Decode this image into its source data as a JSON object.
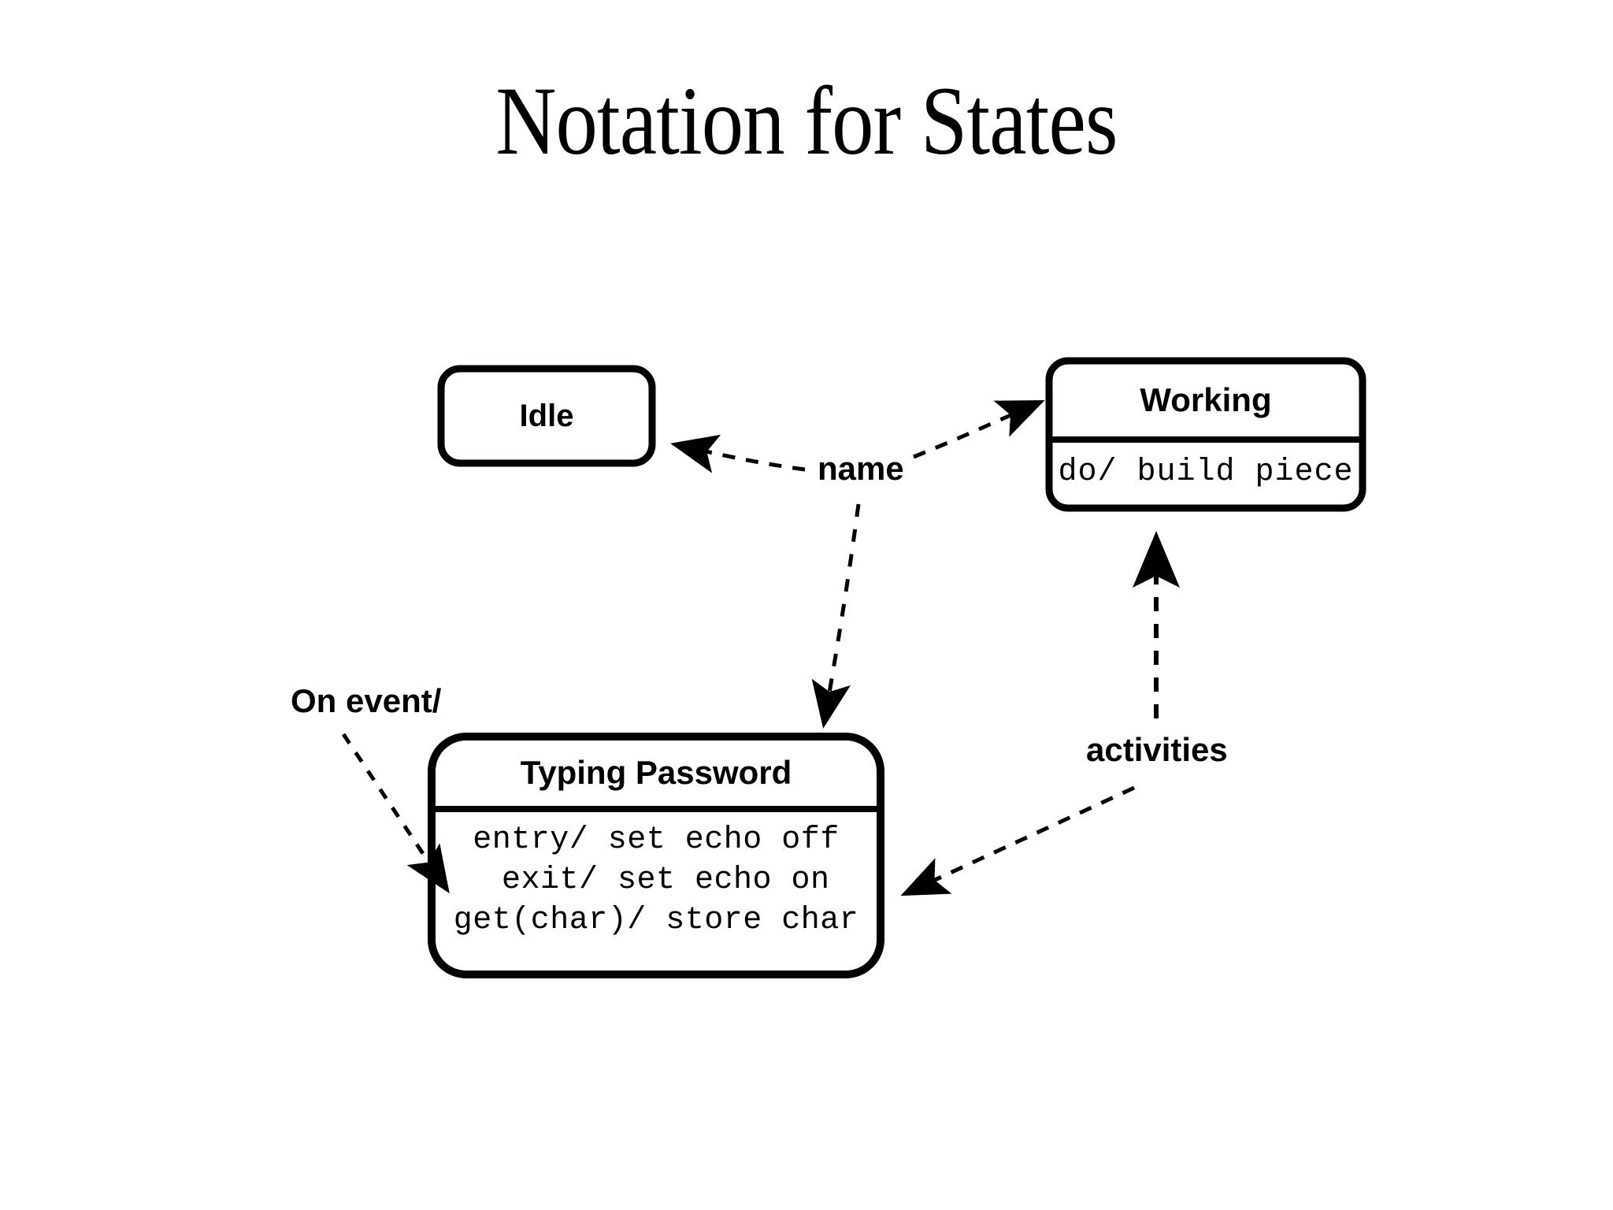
{
  "slide": {
    "title": "Notation for States",
    "background_color": "#ffffff",
    "ink_color": "#000000"
  },
  "diagram": {
    "type": "uml-state-diagram",
    "states": [
      {
        "id": "idle",
        "name": "Idle",
        "compartments": [],
        "shape": "rounded-rectangle"
      },
      {
        "id": "working",
        "name": "Working",
        "compartments": [
          "do/ build piece"
        ],
        "shape": "rounded-rectangle"
      },
      {
        "id": "typing-password",
        "name": "Typing Password",
        "compartments": [
          "entry/ set echo off",
          " exit/ set echo on",
          "get(char)/ store char"
        ],
        "shape": "rounded-rectangle"
      }
    ],
    "annotations": [
      {
        "id": "name",
        "label": "name",
        "points_to": [
          "idle",
          "working",
          "typing-password"
        ]
      },
      {
        "id": "activities",
        "label": "activities",
        "points_to": [
          "working",
          "typing-password"
        ]
      },
      {
        "id": "on-event",
        "label": "On event/",
        "points_to": [
          "typing-password"
        ]
      }
    ]
  }
}
